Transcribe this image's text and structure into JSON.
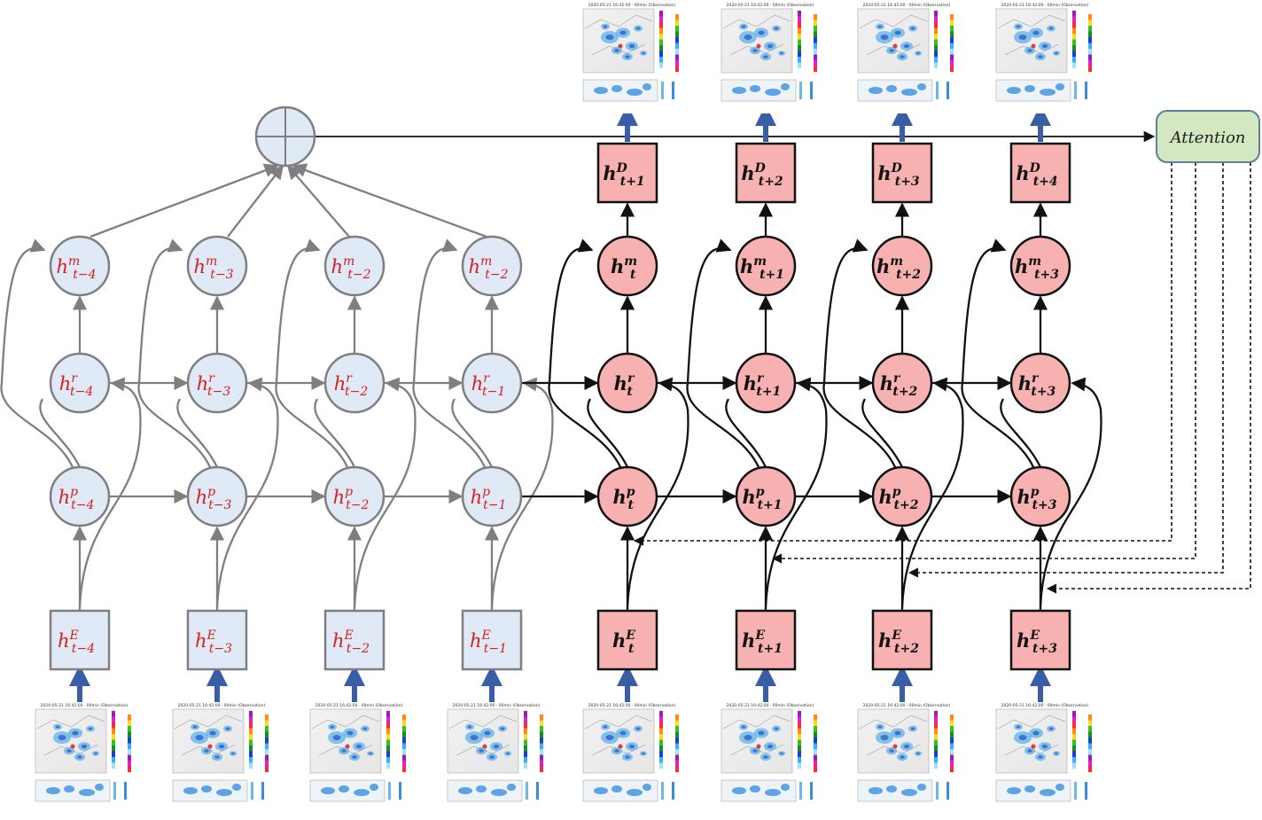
{
  "colors": {
    "past_fill": "#dfeaf6",
    "past_stroke": "#7f7f7f",
    "past_label": "#d81e1e",
    "future_fill": "#f7b1b1",
    "future_stroke": "#111111",
    "future_label": "#111111",
    "attention_fill": "#d3e8c0",
    "attention_stroke": "#5f7f9a",
    "input_arrow": "#3a5da8",
    "sum_fill": "#dfeaf6"
  },
  "attention": {
    "label": "Attention"
  },
  "past_columns": [
    {
      "m": {
        "sup": "m",
        "sub": "t−4"
      },
      "r": {
        "sup": "r",
        "sub": "t−4"
      },
      "p": {
        "sup": "p",
        "sub": "t−4"
      },
      "e": {
        "sup": "E",
        "sub": "t−4"
      }
    },
    {
      "m": {
        "sup": "m",
        "sub": "t−3"
      },
      "r": {
        "sup": "r",
        "sub": "t−3"
      },
      "p": {
        "sup": "p",
        "sub": "t−3"
      },
      "e": {
        "sup": "E",
        "sub": "t−3"
      }
    },
    {
      "m": {
        "sup": "m",
        "sub": "t−2"
      },
      "r": {
        "sup": "r",
        "sub": "t−2"
      },
      "p": {
        "sup": "p",
        "sub": "t−2"
      },
      "e": {
        "sup": "E",
        "sub": "t−2"
      }
    },
    {
      "m": {
        "sup": "m",
        "sub": "t−2"
      },
      "r": {
        "sup": "r",
        "sub": "t−1"
      },
      "p": {
        "sup": "p",
        "sub": "t−1"
      },
      "e": {
        "sup": "E",
        "sub": "t−1"
      }
    }
  ],
  "future_columns": [
    {
      "d": {
        "sup": "D",
        "sub": "t+1"
      },
      "m": {
        "sup": "m",
        "sub": "t"
      },
      "r": {
        "sup": "r",
        "sub": "t"
      },
      "p": {
        "sup": "p",
        "sub": "t"
      },
      "e": {
        "sup": "E",
        "sub": "t"
      }
    },
    {
      "d": {
        "sup": "D",
        "sub": "t+2"
      },
      "m": {
        "sup": "m",
        "sub": "t+1"
      },
      "r": {
        "sup": "r",
        "sub": "t+1"
      },
      "p": {
        "sup": "p",
        "sub": "t+1"
      },
      "e": {
        "sup": "E",
        "sub": "t+1"
      }
    },
    {
      "d": {
        "sup": "D",
        "sub": "t+3"
      },
      "m": {
        "sup": "m",
        "sub": "t+2"
      },
      "r": {
        "sup": "r",
        "sub": "t+2"
      },
      "p": {
        "sup": "p",
        "sub": "t+2"
      },
      "e": {
        "sup": "E",
        "sub": "t+2"
      }
    },
    {
      "d": {
        "sup": "D",
        "sub": "t+4"
      },
      "m": {
        "sup": "m",
        "sub": "t+3"
      },
      "r": {
        "sup": "r",
        "sub": "t+3"
      },
      "p": {
        "sup": "p",
        "sub": "t+3"
      },
      "e": {
        "sup": "E",
        "sub": "t+3"
      }
    }
  ],
  "radar_image_header": "2020-05-21 16:42:00 · 00min (Observation)",
  "radar_image_count": {
    "input": 8,
    "output": 4
  }
}
